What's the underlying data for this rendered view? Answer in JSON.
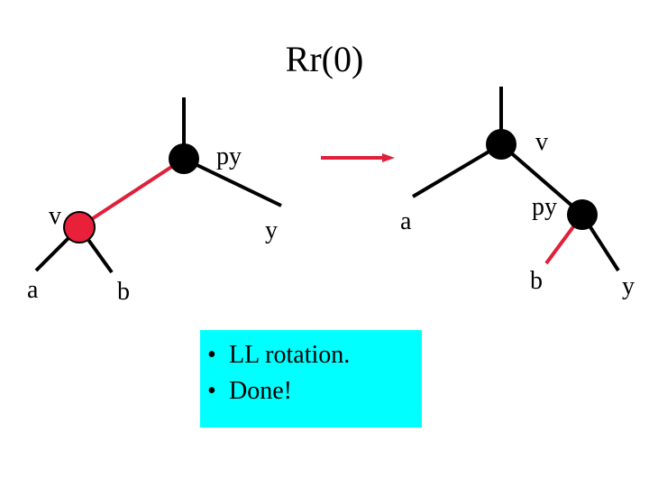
{
  "slide": {
    "title": "Rr(0)",
    "notes": [
      "LL rotation.",
      "Done!"
    ],
    "bullet": "•"
  },
  "colors": {
    "background": "#ffffff",
    "black_node": "#000000",
    "red_node": "#e8203a",
    "red_edge": "#e0203a",
    "black_edge": "#000000",
    "arrow": "#e0203a",
    "note_background": "#00ffff"
  },
  "before": {
    "labels": {
      "py": "py",
      "v": "v",
      "a": "a",
      "b": "b",
      "y": "y"
    }
  },
  "after": {
    "labels": {
      "v": "v",
      "py": "py",
      "a": "a",
      "b": "b",
      "y": "y"
    }
  }
}
